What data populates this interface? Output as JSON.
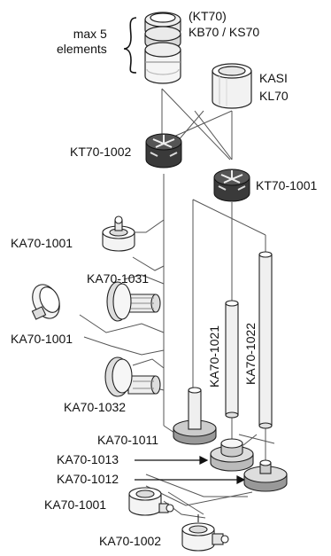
{
  "labels": {
    "max_elements": "max 5\nelements",
    "kt70": "(KT70)",
    "kb70_ks70": "KB70 / KS70",
    "kasi": "KASI",
    "kl70": "KL70",
    "kt70_1002": "KT70-1002",
    "kt70_1001": "KT70-1001",
    "ka70_1001_a": "KA70-1001",
    "ka70_1031": "KA70-1031",
    "ka70_1001_b": "KA70-1001",
    "ka70_1021": "KA70-1021",
    "ka70_1022": "KA70-1022",
    "ka70_1032": "KA70-1032",
    "ka70_1011": "KA70-1011",
    "ka70_1013": "KA70-1013",
    "ka70_1012": "KA70-1012",
    "ka70_1001_c": "KA70-1001",
    "ka70_1002": "KA70-1002"
  }
}
